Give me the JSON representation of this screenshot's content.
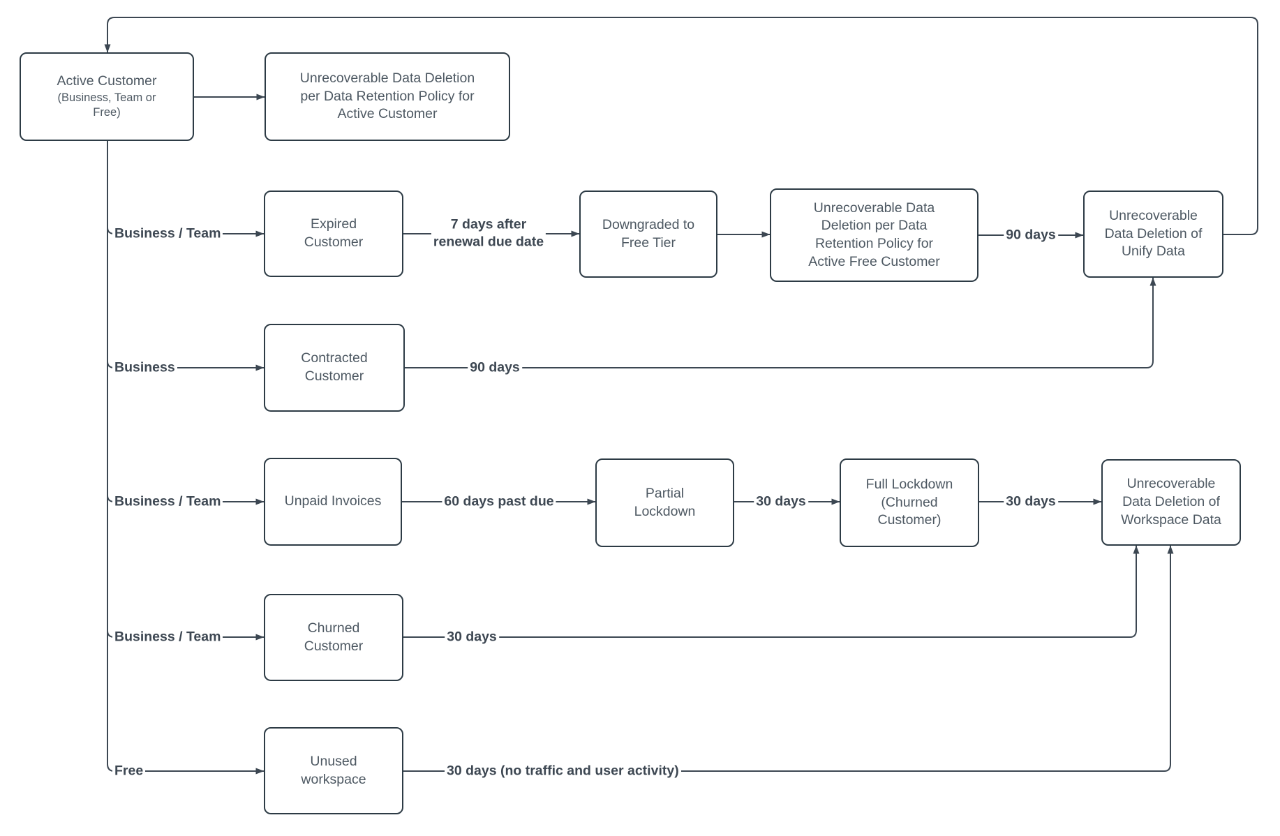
{
  "nodes": {
    "active_customer": {
      "label": "Active Customer",
      "sublabel": "(Business, Team or\nFree)"
    },
    "deletion_active": {
      "label": "Unrecoverable Data Deletion\nper Data Retention Policy for\nActive Customer"
    },
    "expired": {
      "label": "Expired\nCustomer"
    },
    "downgraded": {
      "label": "Downgraded to\nFree Tier"
    },
    "deletion_free": {
      "label": "Unrecoverable Data\nDeletion per Data\nRetention Policy for\nActive Free Customer"
    },
    "unify_deletion": {
      "label": "Unrecoverable\nData Deletion of\nUnify Data"
    },
    "contracted": {
      "label": "Contracted\nCustomer"
    },
    "unpaid": {
      "label": "Unpaid Invoices"
    },
    "partial_lockdown": {
      "label": "Partial\nLockdown"
    },
    "full_lockdown": {
      "label": "Full Lockdown\n(Churned\nCustomer)"
    },
    "workspace_deletion": {
      "label": "Unrecoverable\nData Deletion of\nWorkspace Data"
    },
    "churned": {
      "label": "Churned\nCustomer"
    },
    "unused": {
      "label": "Unused\nworkspace"
    }
  },
  "edge_labels": {
    "branch_expired": "Business / Team",
    "seven_days": "7 days after\nrenewal due date",
    "ninety_days_free": "90 days",
    "branch_contracted": "Business",
    "ninety_days_contracted": "90 days",
    "branch_unpaid": "Business / Team",
    "sixty_days": "60 days past due",
    "thirty_days_partial": "30 days",
    "thirty_days_full": "30 days",
    "branch_churned": "Business / Team",
    "thirty_days_churned": "30 days",
    "branch_unused": "Free",
    "thirty_days_unused": "30 days (no traffic and user activity)"
  },
  "colors": {
    "line": "#3c4752",
    "box_border": "#2d3b45",
    "box_text": "#4d5862",
    "label_text": "#3d4752",
    "background": "#ffffff"
  }
}
